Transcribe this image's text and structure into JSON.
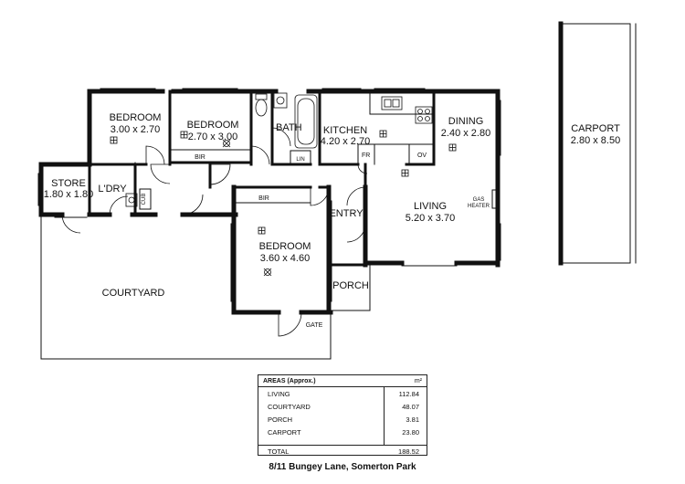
{
  "rooms": {
    "bedroom1": {
      "name": "BEDROOM",
      "size": "3.00 x 2.70"
    },
    "bedroom2": {
      "name": "BEDROOM",
      "size": "2.70 x 3.00"
    },
    "bath": {
      "name": "BATH"
    },
    "kitchen": {
      "name": "KITCHEN",
      "size": "4.20 x 2.70"
    },
    "dining": {
      "name": "DINING",
      "size": "2.40 x 2.80"
    },
    "store": {
      "name": "STORE",
      "size": "1.80 x 1.80"
    },
    "laundry": {
      "name": "L'DRY"
    },
    "bedroom3": {
      "name": "BEDROOM",
      "size": "3.60 x 4.60"
    },
    "entry": {
      "name": "ENTRY"
    },
    "living": {
      "name": "LIVING",
      "size": "5.20 x 3.70"
    },
    "porch": {
      "name": "PORCH"
    },
    "courtyard": {
      "name": "COURTYARD"
    },
    "carport": {
      "name": "CARPORT",
      "size": "2.80 x 8.50"
    }
  },
  "fixtures": {
    "bir1": "BIR",
    "bir2": "BIR",
    "lin": "LIN",
    "fr": "FR",
    "ov": "OV",
    "cub": "CUB",
    "gas_heater_1": "GAS",
    "gas_heater_2": "HEATER",
    "gate": "GATE"
  },
  "areas_table": {
    "title": "AREAS   (Approx.)",
    "unit": "m²",
    "rows": [
      {
        "label": "LIVING",
        "value": "112.84"
      },
      {
        "label": "COURTYARD",
        "value": "48.07"
      },
      {
        "label": "PORCH",
        "value": "3.81"
      },
      {
        "label": "CARPORT",
        "value": "23.80"
      }
    ],
    "total": {
      "label": "TOTAL",
      "value": "188.52"
    }
  },
  "address": "8/11 Bungey Lane, Somerton Park"
}
